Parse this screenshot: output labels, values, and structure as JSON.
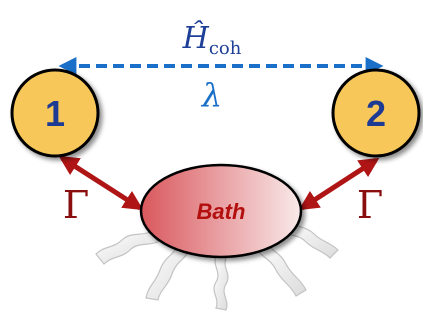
{
  "diagram": {
    "site_1": {
      "label": "1"
    },
    "site_2": {
      "label": "2"
    },
    "coherent_coupling": {
      "hamiltonian_symbol": "Ĥ",
      "hamiltonian_subscript": "coh",
      "strength_symbol": "λ"
    },
    "bath": {
      "label": "Bath"
    },
    "bath_coupling": {
      "left_rate": "Γ",
      "right_rate": "Γ"
    }
  },
  "colors": {
    "site_fill": "#f7c75a",
    "site_stroke": "#000000",
    "coherent_arrow": "#1a6fc8",
    "hamiltonian_text": "#1d3f97",
    "bath_arrow": "#b01515",
    "gamma_text": "#8b0e0e",
    "bath_label": "#b40f0f",
    "bath_fill_dark": "#d9585d",
    "bath_fill_light": "#f9eaea",
    "number_text": "#1e3b94"
  }
}
